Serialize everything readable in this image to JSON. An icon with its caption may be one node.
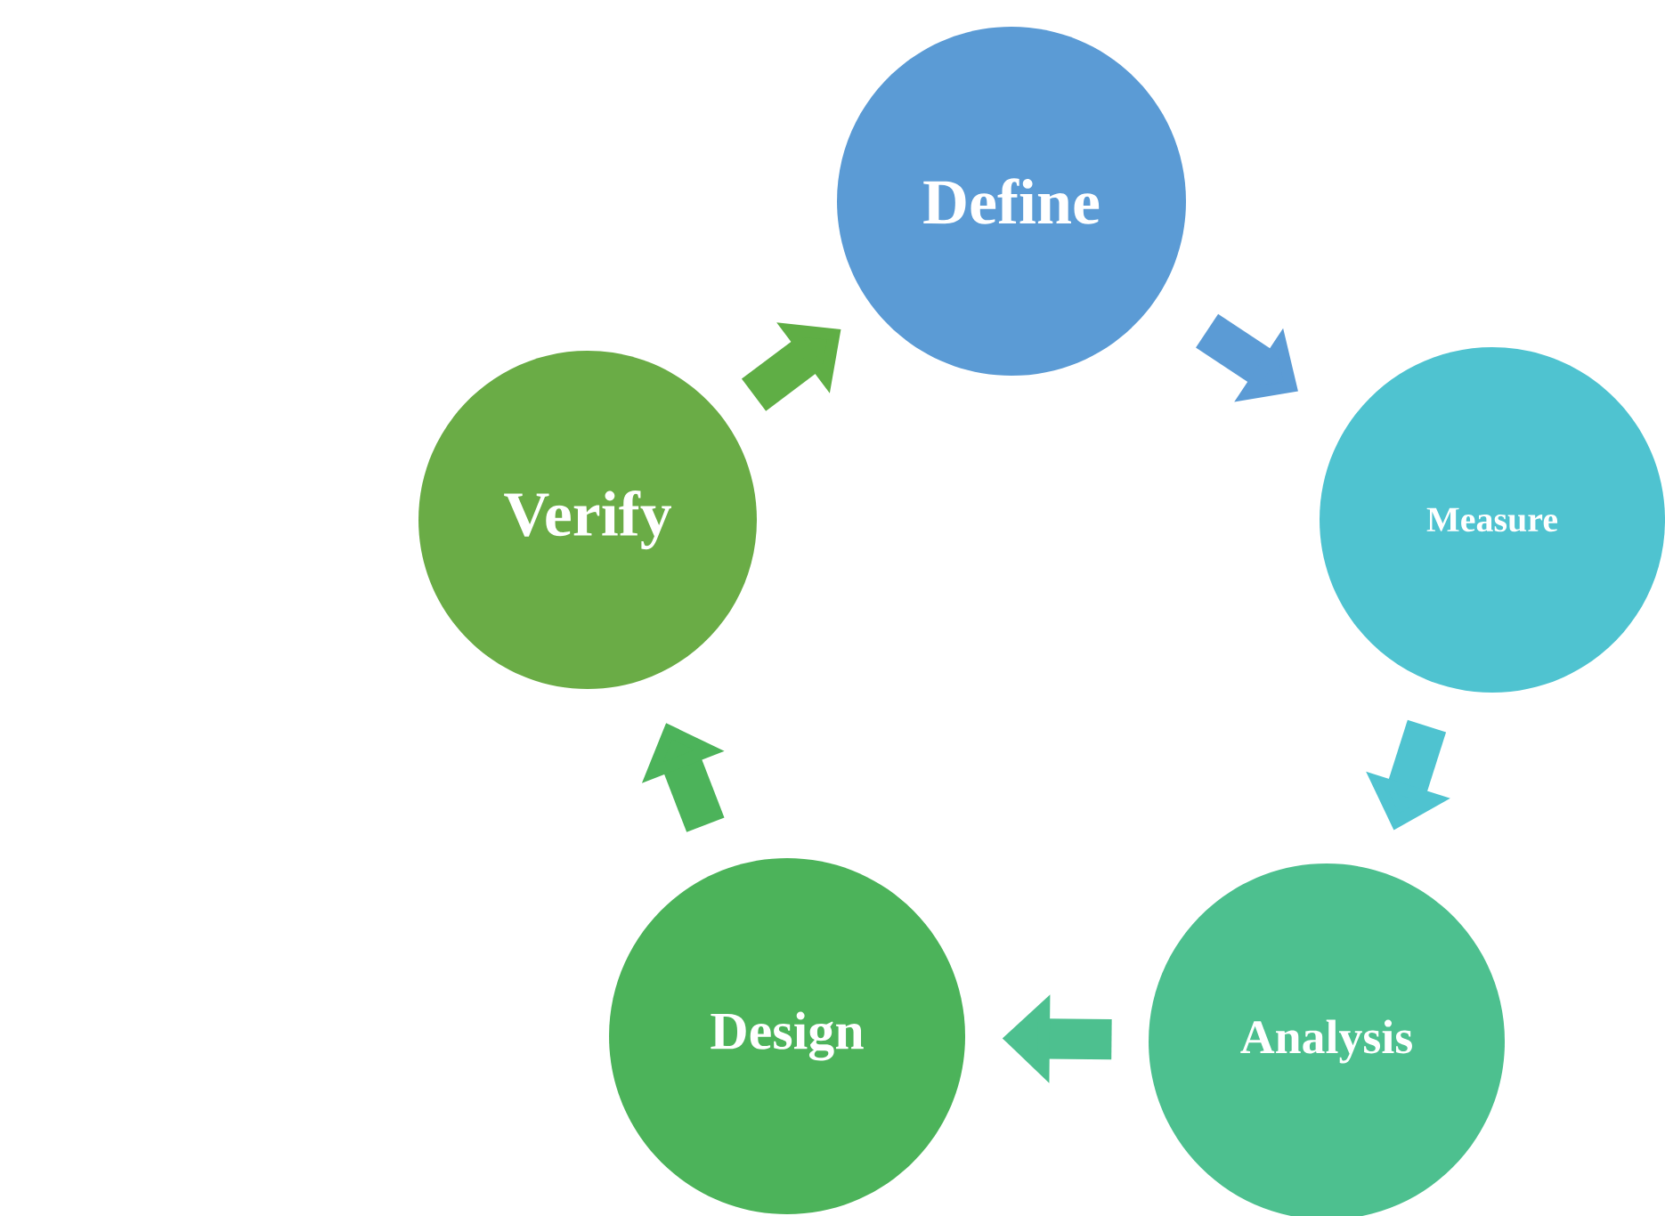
{
  "diagram": {
    "nodes": [
      {
        "text": [
          "Define"
        ]
      },
      {
        "text": [
          "Measure"
        ]
      },
      {
        "text": [
          "Analysis"
        ]
      },
      {
        "text": [
          "Design"
        ]
      },
      {
        "text": [
          "Verify"
        ]
      }
    ],
    "edges": [
      {
        "from": 0,
        "to": 1,
        "arrow": "to",
        "color": "#5b9bd5"
      },
      {
        "from": 1,
        "to": 2,
        "arrow": "to",
        "color": "#4fc3d0"
      },
      {
        "from": 2,
        "to": 3,
        "arrow": "to",
        "color": "#4dc08f"
      },
      {
        "from": 3,
        "to": 4,
        "arrow": "to",
        "color": "#4cb35a"
      },
      {
        "from": 4,
        "to": 0,
        "arrow": "to",
        "color": "#5fae45"
      }
    ]
  }
}
